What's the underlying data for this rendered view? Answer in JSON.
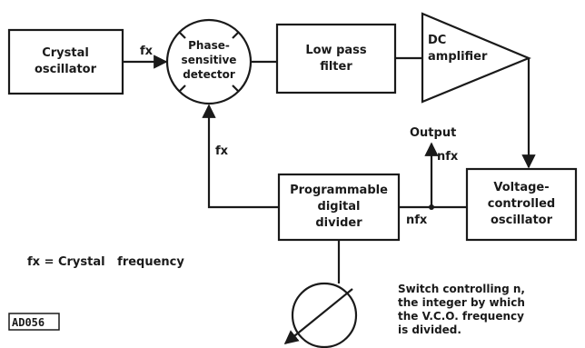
{
  "blocks": {
    "crystal_oscillator": [
      "Crystal",
      "oscillator"
    ],
    "phase_detector": [
      "Phase-",
      "sensitive",
      "detector"
    ],
    "low_pass_filter": [
      "Low pass",
      "filter"
    ],
    "dc_amplifier": [
      "DC",
      "amplifier"
    ],
    "vco": [
      "Voltage-",
      "controlled",
      "oscillator"
    ],
    "divider": [
      "Programmable",
      "digital",
      "divider"
    ]
  },
  "signals": {
    "fx_input": "fx",
    "fx_feedback": "fx",
    "output_label": "Output",
    "output_signal": "nfx",
    "divider_input": "nfx"
  },
  "notes": {
    "legend": "fx = Crystal   frequency",
    "switch_note": [
      "Switch controlling n,",
      "the integer by which",
      "the V.C.O. frequency",
      "is divided."
    ],
    "figure_ref": "AD056"
  },
  "colors": {
    "ink": "#1a1a1a",
    "paper": "#ffffff"
  }
}
